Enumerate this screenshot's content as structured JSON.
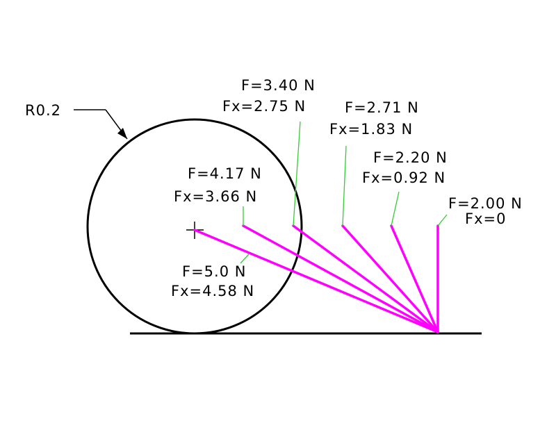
{
  "radius_label": "R0.2",
  "forces": [
    {
      "f": "F=5.0  N",
      "fx": "Fx=4.58  N"
    },
    {
      "f": "F=4.17  N",
      "fx": "Fx=3.66  N"
    },
    {
      "f": "F=3.40  N",
      "fx": "Fx=2.75  N"
    },
    {
      "f": "F=2.71  N",
      "fx": "Fx=1.83  N"
    },
    {
      "f": "F=2.20  N",
      "fx": "Fx=0.92  N"
    },
    {
      "f": "F=2.00  N",
      "fx": "Fx=0"
    }
  ],
  "colors": {
    "force_lines": "#ff00ff",
    "leader_lines": "#33cc33",
    "geometry": "#000000",
    "background": "#ffffff"
  }
}
